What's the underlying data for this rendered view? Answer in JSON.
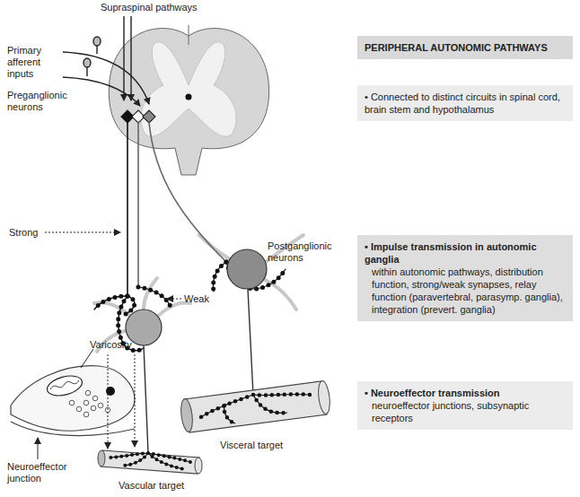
{
  "diagram": {
    "nodes": [
      {
        "text": [
          "PERIPHERAL AUTONOMIC PATHWAYS"
        ]
      },
      {
        "text": [
          "• Connected to distinct circuits in spinal cord, brain stem and hypothalamus"
        ]
      },
      {
        "text": [
          "• Impulse transmission in autonomic ganglia",
          "within autonomic pathways, distribution function, strong/weak synapses, relay function (paravertebral, parasymp. ganglia), integration (prevert. ganglia)"
        ]
      },
      {
        "text": [
          "• Neuroeffector transmission",
          "neuroeffector junctions, subsynaptic receptors"
        ]
      }
    ],
    "labels": [
      "Supraspinal pathways",
      "Primary afferent inputs",
      "Preganglionic neurons",
      "Strong",
      "Weak",
      "Postganglionic neurons",
      "Varicosity",
      "Neuroeffector junction",
      "Vascular target",
      "Visceral target"
    ]
  }
}
